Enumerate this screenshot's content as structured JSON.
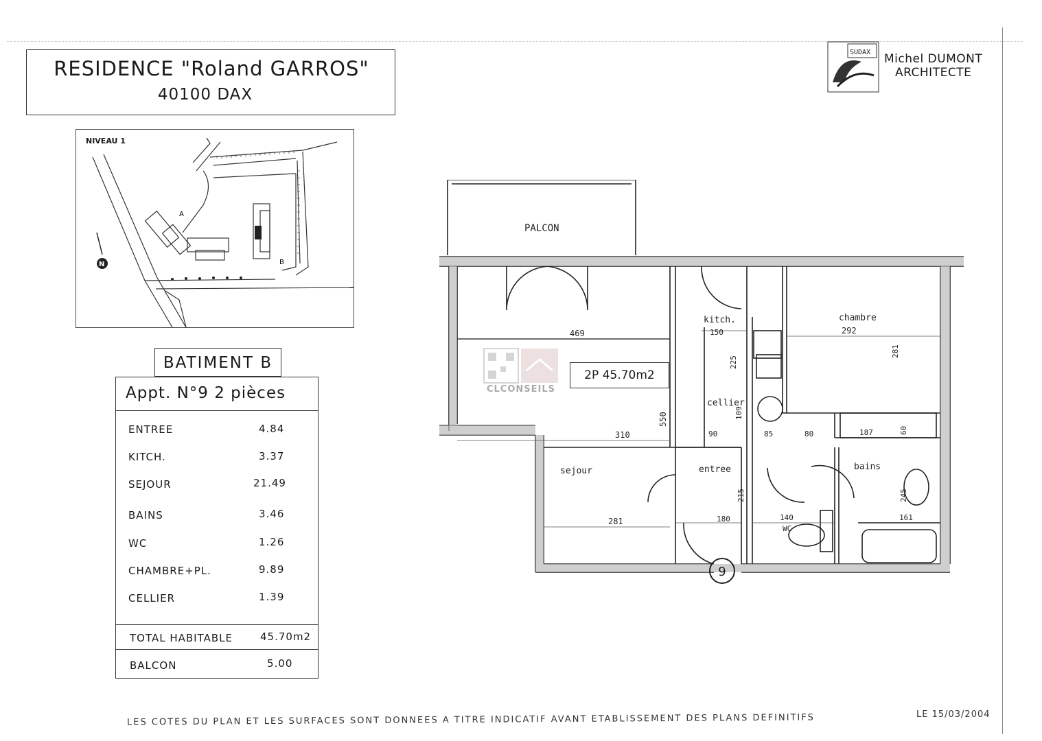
{
  "header": {
    "residence": "RESIDENCE \"Roland GARROS\"",
    "city": "40100 DAX"
  },
  "site_plan": {
    "level_label": "NIVEAU 1",
    "building_a": "A",
    "building_b": "B",
    "north": "N"
  },
  "building": {
    "label": "BATIMENT B"
  },
  "apartment": {
    "title": "Appt. N°9  2 pièces",
    "rooms": [
      {
        "name": "ENTREE",
        "area": "4.84"
      },
      {
        "name": "KITCH.",
        "area": "3.37"
      },
      {
        "name": "SEJOUR",
        "area": "21.49"
      },
      {
        "name": "BAINS",
        "area": "3.46"
      },
      {
        "name": "WC",
        "area": "1.26"
      },
      {
        "name": "CHAMBRE+PL.",
        "area": "9.89"
      },
      {
        "name": "CELLIER",
        "area": "1.39"
      }
    ],
    "total_label": "TOTAL  HABITABLE",
    "total_value": "45.70m2",
    "balcony_label": "BALCON",
    "balcony_value": "5.00"
  },
  "architect": {
    "logo_text": "SUDAX",
    "name_line1": "Michel DUMONT",
    "name_line2": "ARCHITECTE"
  },
  "plan": {
    "badge": "2P  45.70m2",
    "unit_number": "9",
    "labels": {
      "balcon": "PALCON",
      "kitch": "kitch.",
      "chambre": "chambre",
      "cellier": "cellier",
      "sejour": "sejour",
      "entree": "entree",
      "bains": "bains",
      "wc": "WC"
    },
    "dims": {
      "d469": "469",
      "d150": "150",
      "d292": "292",
      "d225": "225",
      "d281a": "281",
      "d550": "550",
      "d109": "109",
      "d310": "310",
      "d90": "90",
      "d85": "85",
      "d80": "80",
      "d187": "187",
      "d60": "60",
      "d215": "215",
      "d281b": "281",
      "d180": "180",
      "d140": "140",
      "d161": "161",
      "d245": "245"
    }
  },
  "watermark": "CLCONSEILS",
  "footer": {
    "note": "LES COTES DU PLAN ET LES SURFACES SONT DONNEES A TITRE INDICATIF AVANT ETABLISSEMENT DES PLANS DEFINITIFS",
    "date": "LE 15/03/2004"
  }
}
